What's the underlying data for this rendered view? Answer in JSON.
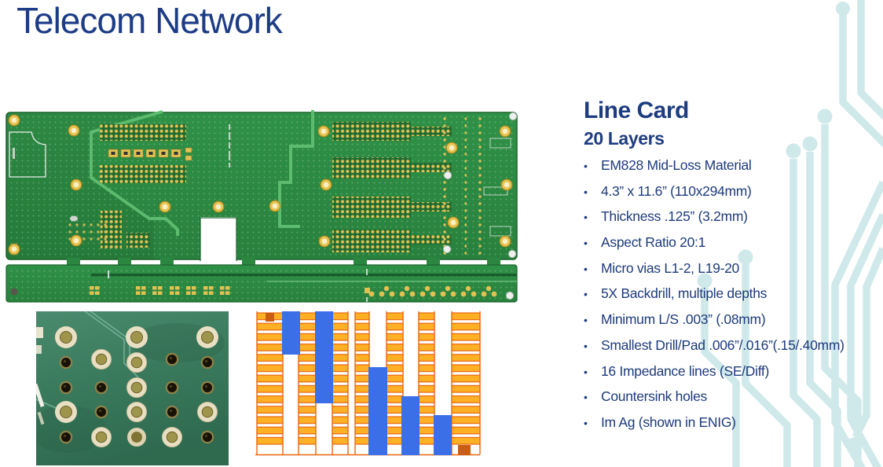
{
  "title": "Telecom Network",
  "panel": {
    "heading": "Line Card",
    "subheading": "20 Layers",
    "bullet_char": "•",
    "bullets": [
      "EM828 Mid-Loss Material",
      "4.3” x 11.6” (110x294mm)",
      "Thickness .125” (3.2mm)",
      "Aspect Ratio 20:1",
      "Micro vias L1-2, L19-20",
      "5X Backdrill, multiple depths",
      "Minimum L/S .003” (.08mm)",
      "Smallest Drill/Pad .006”/.016”(.15/.40mm)",
      "16 Impedance lines (SE/Diff)",
      "Countersink holes",
      "Im Ag (shown in ENIG)"
    ]
  },
  "figures": {
    "pcb_photo_alt": "20-layer line card printed circuit board, top view",
    "drill_photo_alt": "Close-up of plated and countersink holes",
    "backdrill_alt": "Backdrill cross-section diagram, multiple depths"
  },
  "colors": {
    "heading_navy": "#1e3c80",
    "trace_teal": "#cfe9ea",
    "board_green": "#2e8f45",
    "pad_gold": "#e2c153",
    "diagram_orange": "#ffb125",
    "diagram_blue": "#3a6fe8"
  }
}
